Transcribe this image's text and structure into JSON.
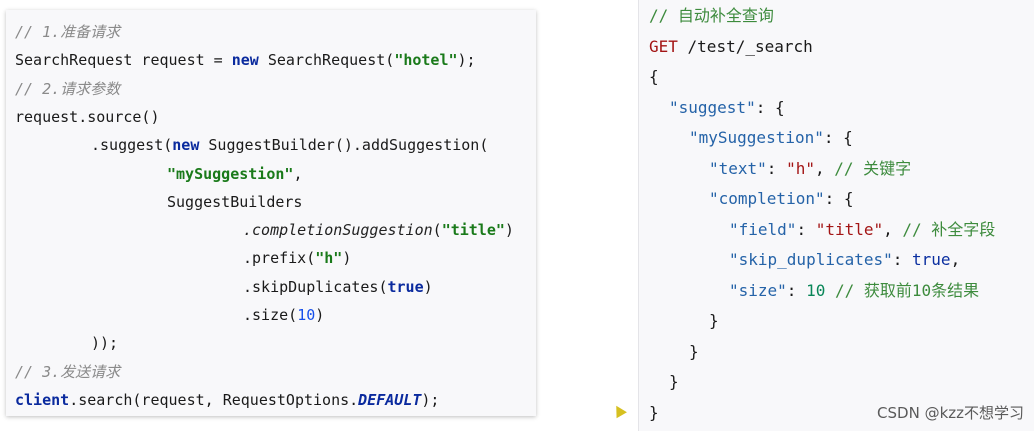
{
  "left": {
    "lines": [
      {
        "indent": 0,
        "parts": [
          {
            "c": "cmt",
            "t": "// 1.准备请求"
          }
        ]
      },
      {
        "indent": 0,
        "parts": [
          {
            "c": "method",
            "t": "SearchRequest request = "
          },
          {
            "c": "kw",
            "t": "new"
          },
          {
            "c": "method",
            "t": " SearchRequest("
          },
          {
            "c": "str",
            "t": "\"hotel\""
          },
          {
            "c": "method",
            "t": ");"
          }
        ]
      },
      {
        "indent": 0,
        "parts": [
          {
            "c": "cmt",
            "t": "// 2.请求参数"
          }
        ]
      },
      {
        "indent": 0,
        "parts": [
          {
            "c": "method",
            "t": "request.source()"
          }
        ]
      },
      {
        "indent": 1,
        "parts": [
          {
            "c": "method",
            "t": ".suggest("
          },
          {
            "c": "kw",
            "t": "new"
          },
          {
            "c": "method",
            "t": " SuggestBuilder().addSuggestion("
          }
        ]
      },
      {
        "indent": 2,
        "parts": [
          {
            "c": "str",
            "t": "\"mySuggestion\""
          },
          {
            "c": "method",
            "t": ","
          }
        ]
      },
      {
        "indent": 2,
        "parts": [
          {
            "c": "method",
            "t": "SuggestBuilders"
          }
        ]
      },
      {
        "indent": 3,
        "parts": [
          {
            "c": "it",
            "t": ".completionSuggestion"
          },
          {
            "c": "method",
            "t": "("
          },
          {
            "c": "str",
            "t": "\"title\""
          },
          {
            "c": "method",
            "t": ")"
          }
        ]
      },
      {
        "indent": 3,
        "parts": [
          {
            "c": "method",
            "t": ".prefix("
          },
          {
            "c": "str",
            "t": "\"h\""
          },
          {
            "c": "method",
            "t": ")"
          }
        ]
      },
      {
        "indent": 3,
        "parts": [
          {
            "c": "method",
            "t": ".skipDuplicates("
          },
          {
            "c": "kw",
            "t": "true"
          },
          {
            "c": "method",
            "t": ")"
          }
        ]
      },
      {
        "indent": 3,
        "parts": [
          {
            "c": "method",
            "t": ".size("
          },
          {
            "c": "num",
            "t": "10"
          },
          {
            "c": "method",
            "t": ")"
          }
        ]
      },
      {
        "indent": 1,
        "parts": [
          {
            "c": "method",
            "t": "));"
          }
        ]
      },
      {
        "indent": 0,
        "parts": [
          {
            "c": "cmt",
            "t": "// 3.发送请求"
          }
        ]
      },
      {
        "indent": 0,
        "parts": [
          {
            "c": "kw",
            "t": "client"
          },
          {
            "c": "method",
            "t": ".search(request, RequestOptions."
          },
          {
            "c": "kw it",
            "t": "DEFAULT"
          },
          {
            "c": "method",
            "t": ");"
          }
        ]
      }
    ]
  },
  "right": {
    "lines": [
      {
        "indent": 0,
        "parts": [
          {
            "c": "rcmt",
            "t": "// 自动补全查询"
          }
        ]
      },
      {
        "indent": 0,
        "parts": [
          {
            "c": "rget",
            "t": "GET"
          },
          {
            "c": "method",
            "t": " /test/_search"
          }
        ]
      },
      {
        "indent": 0,
        "parts": [
          {
            "c": "method",
            "t": "{"
          }
        ]
      },
      {
        "indent": 1,
        "parts": [
          {
            "c": "rk",
            "t": "\"suggest\""
          },
          {
            "c": "method",
            "t": ": {"
          }
        ]
      },
      {
        "indent": 2,
        "parts": [
          {
            "c": "rk",
            "t": "\"mySuggestion\""
          },
          {
            "c": "method",
            "t": ": {"
          }
        ]
      },
      {
        "indent": 3,
        "parts": [
          {
            "c": "rk",
            "t": "\"text\""
          },
          {
            "c": "method",
            "t": ": "
          },
          {
            "c": "rs",
            "t": "\"h\""
          },
          {
            "c": "method",
            "t": ", "
          },
          {
            "c": "rcmt",
            "t": "// 关键字"
          }
        ]
      },
      {
        "indent": 3,
        "parts": [
          {
            "c": "rk",
            "t": "\"completion\""
          },
          {
            "c": "method",
            "t": ": {"
          }
        ]
      },
      {
        "indent": 4,
        "parts": [
          {
            "c": "rk",
            "t": "\"field\""
          },
          {
            "c": "method",
            "t": ": "
          },
          {
            "c": "rs",
            "t": "\"title\""
          },
          {
            "c": "method",
            "t": ", "
          },
          {
            "c": "rcmt",
            "t": "// 补全字段"
          }
        ]
      },
      {
        "indent": 4,
        "parts": [
          {
            "c": "rk",
            "t": "\"skip_duplicates\""
          },
          {
            "c": "method",
            "t": ": "
          },
          {
            "c": "rkw",
            "t": "true"
          },
          {
            "c": "method",
            "t": ","
          }
        ]
      },
      {
        "indent": 4,
        "parts": [
          {
            "c": "rk",
            "t": "\"size\""
          },
          {
            "c": "method",
            "t": ": "
          },
          {
            "c": "rnum",
            "t": "10"
          },
          {
            "c": "method",
            "t": " "
          },
          {
            "c": "rcmt",
            "t": "// 获取前10条结果"
          }
        ]
      },
      {
        "indent": 3,
        "parts": [
          {
            "c": "method",
            "t": "}"
          }
        ]
      },
      {
        "indent": 2,
        "parts": [
          {
            "c": "method",
            "t": "}"
          }
        ]
      },
      {
        "indent": 1,
        "parts": [
          {
            "c": "method",
            "t": "}"
          }
        ]
      },
      {
        "indent": 0,
        "parts": [
          {
            "c": "method",
            "t": "}"
          }
        ]
      }
    ]
  },
  "watermark": "CSDN @kzz不想学习"
}
